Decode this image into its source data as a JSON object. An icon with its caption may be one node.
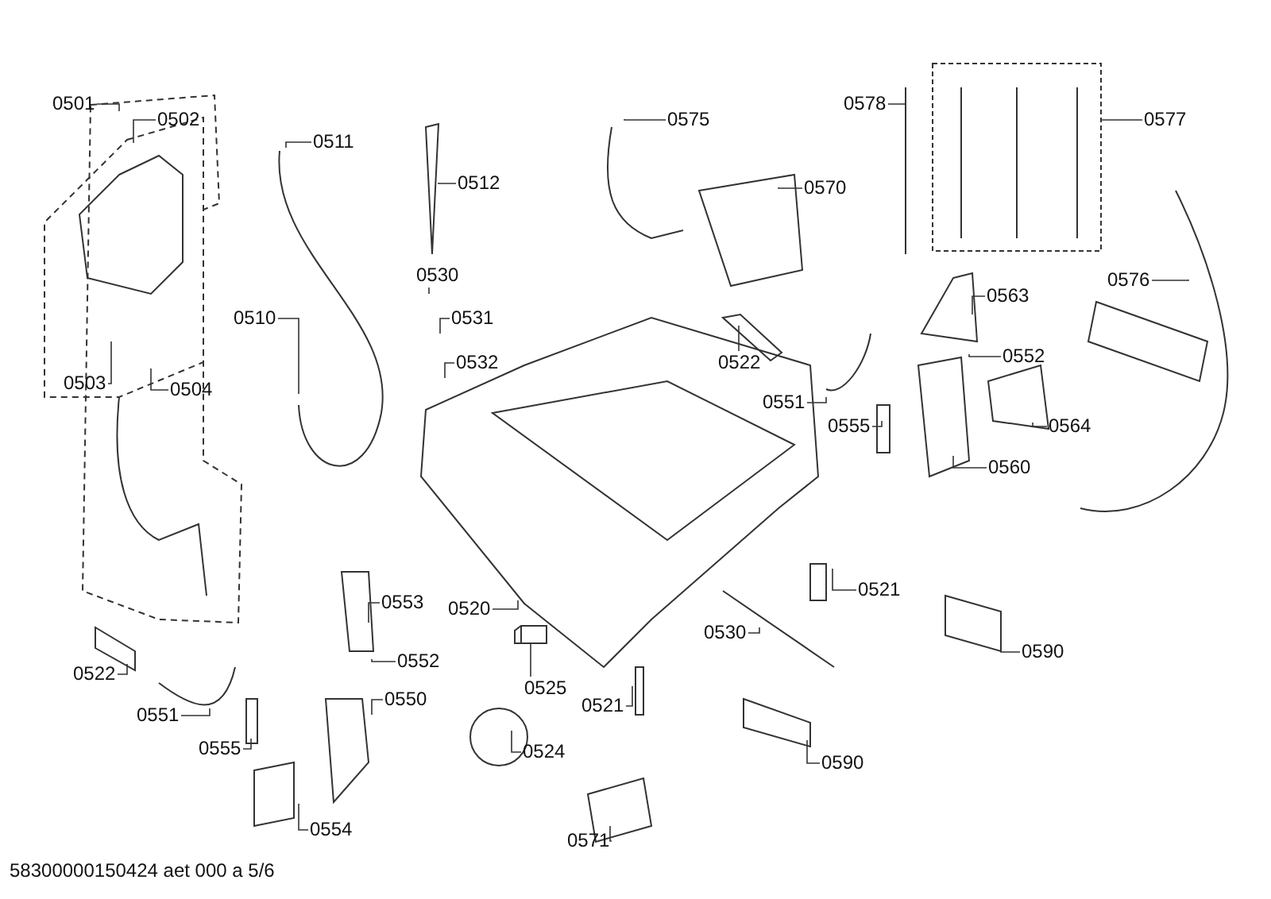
{
  "diagram": {
    "caption": "58300000150424 aet 000 a 5/6",
    "nodes": [
      {
        "text": [
          "0501"
        ]
      },
      {
        "text": [
          "0502"
        ]
      },
      {
        "text": [
          "0575"
        ]
      },
      {
        "text": [
          "0578"
        ]
      },
      {
        "text": [
          "0577"
        ]
      },
      {
        "text": [
          "0511"
        ]
      },
      {
        "text": [
          "0512"
        ]
      },
      {
        "text": [
          "0570"
        ]
      },
      {
        "text": [
          "0530"
        ]
      },
      {
        "text": [
          "0576"
        ]
      },
      {
        "text": [
          "0563"
        ]
      },
      {
        "text": [
          "0510"
        ]
      },
      {
        "text": [
          "0531"
        ]
      },
      {
        "text": [
          "0552"
        ]
      },
      {
        "text": [
          "0532"
        ]
      },
      {
        "text": [
          "0522"
        ]
      },
      {
        "text": [
          "0503"
        ]
      },
      {
        "text": [
          "0504"
        ]
      },
      {
        "text": [
          "0551"
        ]
      },
      {
        "text": [
          "0555"
        ]
      },
      {
        "text": [
          "0564"
        ]
      },
      {
        "text": [
          "0560"
        ]
      },
      {
        "text": [
          "0521"
        ]
      },
      {
        "text": [
          "0553"
        ]
      },
      {
        "text": [
          "0520"
        ]
      },
      {
        "text": [
          "0530"
        ]
      },
      {
        "text": [
          "0590"
        ]
      },
      {
        "text": [
          "0552"
        ]
      },
      {
        "text": [
          "0522"
        ]
      },
      {
        "text": [
          "0525"
        ]
      },
      {
        "text": [
          "0550"
        ]
      },
      {
        "text": [
          "0521"
        ]
      },
      {
        "text": [
          "0551"
        ]
      },
      {
        "text": [
          "0555"
        ]
      },
      {
        "text": [
          "0524"
        ]
      },
      {
        "text": [
          "0590"
        ]
      },
      {
        "text": [
          "0554"
        ]
      },
      {
        "text": [
          "0571"
        ]
      },
      {
        "text": [],
        "shape": "picture"
      }
    ],
    "edges": [
      {
        "from": 0,
        "to": null,
        "arrow": "none"
      },
      {
        "from": 1,
        "to": null,
        "arrow": "none"
      },
      {
        "from": 2,
        "to": null,
        "arrow": "none"
      },
      {
        "from": 3,
        "to": null,
        "arrow": "none"
      },
      {
        "from": 4,
        "to": null,
        "arrow": "none"
      },
      {
        "from": 5,
        "to": null,
        "arrow": "none"
      },
      {
        "from": 6,
        "to": null,
        "arrow": "none"
      },
      {
        "from": 7,
        "to": null,
        "arrow": "none"
      },
      {
        "from": 8,
        "to": null,
        "arrow": "none"
      },
      {
        "from": 9,
        "to": null,
        "arrow": "none"
      },
      {
        "from": 10,
        "to": null,
        "arrow": "none"
      },
      {
        "from": 11,
        "to": null,
        "arrow": "none"
      },
      {
        "from": 12,
        "to": null,
        "arrow": "none"
      },
      {
        "from": 13,
        "to": null,
        "arrow": "none"
      },
      {
        "from": 14,
        "to": null,
        "arrow": "none"
      },
      {
        "from": 15,
        "to": null,
        "arrow": "none"
      },
      {
        "from": 16,
        "to": null,
        "arrow": "none"
      },
      {
        "from": 17,
        "to": null,
        "arrow": "none"
      },
      {
        "from": 18,
        "to": null,
        "arrow": "none"
      },
      {
        "from": 19,
        "to": null,
        "arrow": "none"
      },
      {
        "from": 20,
        "to": null,
        "arrow": "none"
      },
      {
        "from": 21,
        "to": null,
        "arrow": "none"
      },
      {
        "from": 22,
        "to": null,
        "arrow": "none"
      },
      {
        "from": 23,
        "to": null,
        "arrow": "none"
      },
      {
        "from": 24,
        "to": null,
        "arrow": "none"
      },
      {
        "from": 25,
        "to": null,
        "arrow": "none"
      },
      {
        "from": 26,
        "to": null,
        "arrow": "none"
      },
      {
        "from": 27,
        "to": null,
        "arrow": "none"
      },
      {
        "from": 28,
        "to": null,
        "arrow": "none"
      },
      {
        "from": 29,
        "to": 38,
        "arrow": "none"
      },
      {
        "from": 30,
        "to": null,
        "arrow": "none"
      },
      {
        "from": 31,
        "to": null,
        "arrow": "none"
      },
      {
        "from": 32,
        "to": null,
        "arrow": "none"
      },
      {
        "from": 33,
        "to": null,
        "arrow": "none"
      },
      {
        "from": 34,
        "to": null,
        "arrow": "none"
      },
      {
        "from": 35,
        "to": null,
        "arrow": "none"
      },
      {
        "from": 36,
        "to": null,
        "arrow": "none"
      },
      {
        "from": 37,
        "to": null,
        "arrow": "none"
      }
    ]
  }
}
